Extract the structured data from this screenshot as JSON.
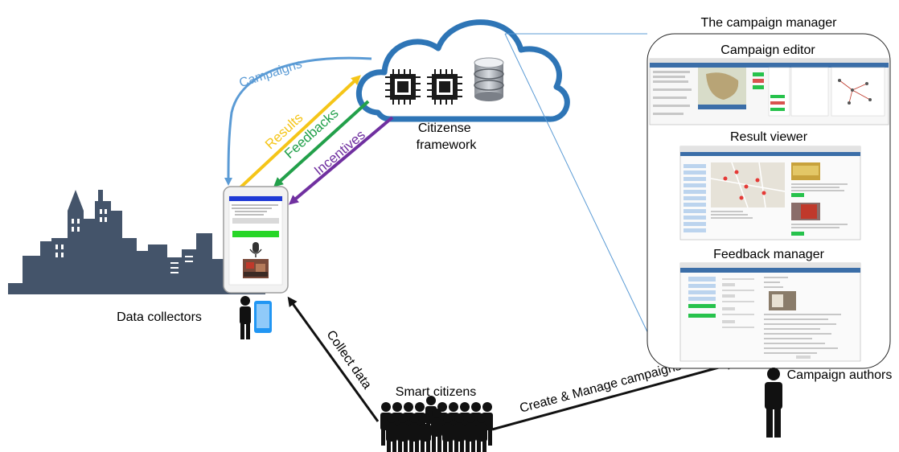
{
  "labels": {
    "campaigns": "Campaigns",
    "results": "Results",
    "feedbacks": "Feedbacks",
    "incentives": "Incentives",
    "framework": [
      "Citizense",
      "framework"
    ],
    "campaign_manager": "The campaign manager",
    "campaign_editor": "Campaign editor",
    "result_viewer": "Result viewer",
    "feedback_manager": "Feedback manager",
    "data_collectors": "Data collectors",
    "collect_data": "Collect data",
    "smart_citizens": "Smart citizens",
    "create_manage": "Create & Manage campaigns",
    "campaign_authors": "Campaign authors"
  },
  "colors": {
    "campaigns": "#5b9bd5",
    "results": "#f5c518",
    "feedbacks": "#22a04a",
    "incentives": "#7030a0",
    "cloud_stroke": "#2e75b6",
    "dark": "#111111",
    "city": "#44546a"
  },
  "icons": [
    "cloud-icon",
    "cpu-icon",
    "database-icon",
    "city-skyline-icon",
    "phone-icon",
    "person-icon",
    "crowd-icon",
    "microphone-icon"
  ]
}
